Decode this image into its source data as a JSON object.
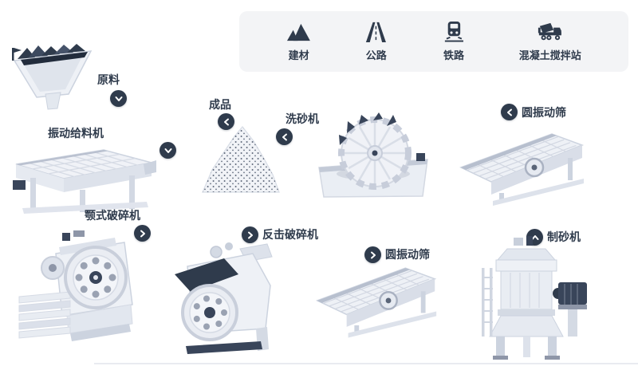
{
  "legend": {
    "items": [
      {
        "label": "建材",
        "icon": "building-materials-icon"
      },
      {
        "label": "公路",
        "icon": "highway-icon"
      },
      {
        "label": "铁路",
        "icon": "railway-icon"
      },
      {
        "label": "混凝土搅拌站",
        "icon": "concrete-mixing-plant-icon"
      }
    ]
  },
  "nodes": [
    {
      "label": "原料",
      "arrow": "down"
    },
    {
      "label": "振动给料机",
      "arrow": "down"
    },
    {
      "label": "成品",
      "arrow": "left"
    },
    {
      "label": "洗砂机",
      "arrow": "left"
    },
    {
      "label": "圆振动筛",
      "arrow": "left"
    },
    {
      "label": "颚式破碎机",
      "arrow": "right"
    },
    {
      "label": "反击破碎机",
      "arrow": "right"
    },
    {
      "label": "圆振动筛",
      "arrow": "right"
    },
    {
      "label": "制砂机",
      "arrow": "up"
    }
  ],
  "colors": {
    "label_text": "#2f3b4c",
    "badge_bg": "#2f3b4c",
    "badge_arrow": "#ffffff",
    "legend_bg": "#f3f4f6",
    "machine_light": "#eef1f6",
    "machine_mid": "#dde2eb",
    "machine_dark": "#39455a",
    "background": "#ffffff"
  }
}
